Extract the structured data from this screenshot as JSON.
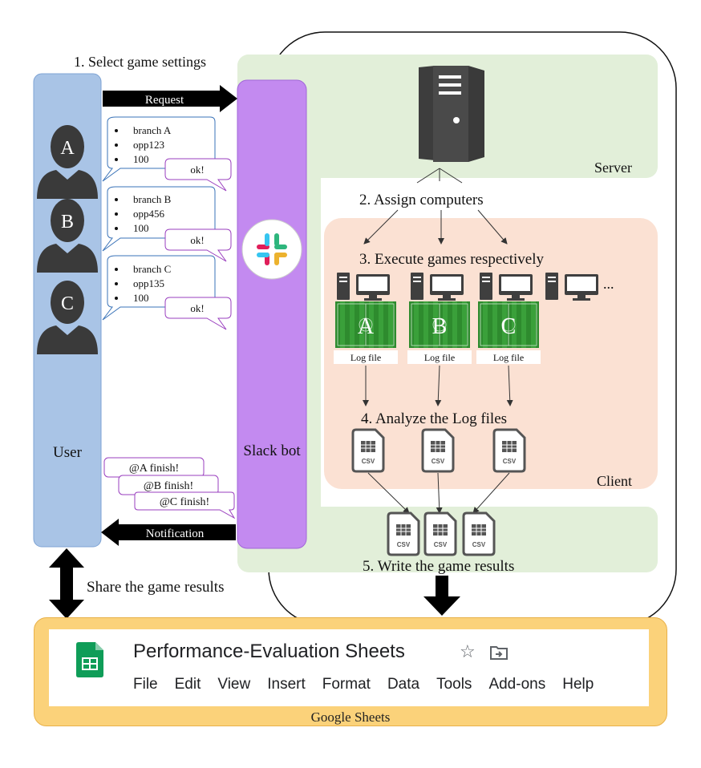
{
  "steps": {
    "step1": "1. Select game settings",
    "step2": "2. Assign computers",
    "step3": "3. Execute games respectively",
    "step4": "4. Analyze the Log files",
    "step5": "5. Write the game results"
  },
  "arrows": {
    "request": "Request",
    "notification": "Notification",
    "share": "Share the game results"
  },
  "labels": {
    "user": "User",
    "slack_bot": "Slack bot",
    "server": "Server",
    "client": "Client",
    "ellipsis": "..."
  },
  "users": [
    {
      "letter": "A",
      "items": [
        "branch A",
        "opp123",
        "100"
      ]
    },
    {
      "letter": "B",
      "items": [
        "branch B",
        "opp456",
        "100"
      ]
    },
    {
      "letter": "C",
      "items": [
        "branch C",
        "opp135",
        "100"
      ]
    }
  ],
  "reply": "ok!",
  "notifications": [
    "@A finish!",
    "@B finish!",
    "@C finish!"
  ],
  "games": [
    {
      "letter": "A",
      "log": "Log file"
    },
    {
      "letter": "B",
      "log": "Log file"
    },
    {
      "letter": "C",
      "log": "Log file"
    }
  ],
  "csv_label": "CSV",
  "sheets": {
    "title": "Performance-Evaluation Sheets",
    "menu": [
      "File",
      "Edit",
      "View",
      "Insert",
      "Format",
      "Data",
      "Tools",
      "Add-ons",
      "Help"
    ],
    "caption": "Google Sheets"
  },
  "icons": {
    "user_avatar": "person-silhouette-icon",
    "server": "server-tower-icon",
    "slack": "slack-logo-icon",
    "computer": "desktop-computer-icon",
    "field": "soccer-field-icon",
    "csv": "csv-file-icon",
    "sheets": "google-sheets-logo-icon",
    "star": "star-icon",
    "folder": "move-folder-icon"
  },
  "colors": {
    "user_bar": "#a9c4e6",
    "slack_bar": "#c38af0",
    "server_area": "#e2efd9",
    "client_area": "#fbe1d3",
    "sheets_panel": "#fbd27a",
    "field_green": "#2e8b2e"
  }
}
